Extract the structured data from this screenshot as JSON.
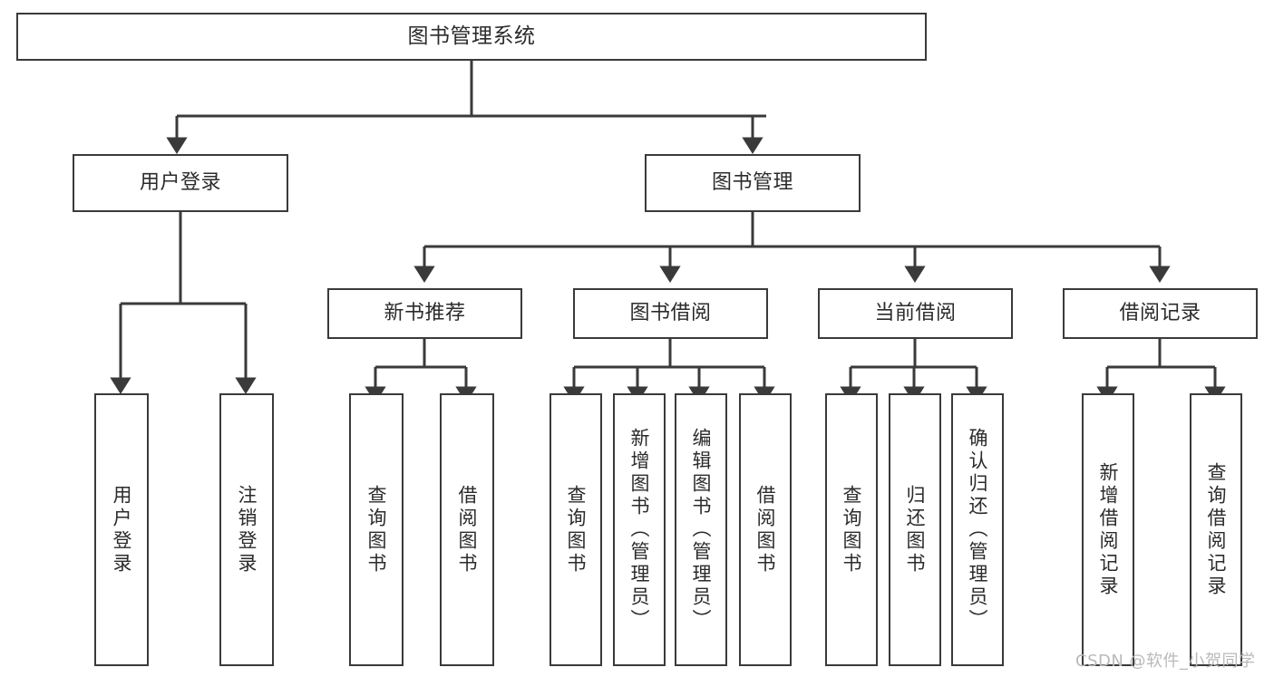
{
  "diagram": {
    "title": "图书管理系统",
    "type": "tree-hierarchy-chart",
    "line_color": "#3a3a3a",
    "text_color": "#2b2b2b",
    "background_color": "#ffffff",
    "nodes": {
      "root": {
        "label": "图书管理系统"
      },
      "level1": [
        {
          "label": "用户登录"
        },
        {
          "label": "图书管理"
        }
      ],
      "level2": [
        {
          "label": "新书推荐"
        },
        {
          "label": "图书借阅"
        },
        {
          "label": "当前借阅"
        },
        {
          "label": "借阅记录"
        }
      ],
      "leaves": {
        "user_login": [
          {
            "label": "用户登录"
          },
          {
            "label": "注销登录"
          }
        ],
        "new_book_recommend": [
          {
            "label": "查询图书"
          },
          {
            "label": "借阅图书"
          }
        ],
        "book_borrow": [
          {
            "label": "查询图书"
          },
          {
            "label": "新增图书（管理员）"
          },
          {
            "label": "编辑图书（管理员）"
          },
          {
            "label": "借阅图书"
          }
        ],
        "current_borrow": [
          {
            "label": "查询图书"
          },
          {
            "label": "归还图书"
          },
          {
            "label": "确认归还（管理员）"
          }
        ],
        "borrow_record": [
          {
            "label": "新增借阅记录"
          },
          {
            "label": "查询借阅记录"
          }
        ]
      }
    }
  },
  "watermark": {
    "text": "CSDN @软件_小贺同学"
  }
}
